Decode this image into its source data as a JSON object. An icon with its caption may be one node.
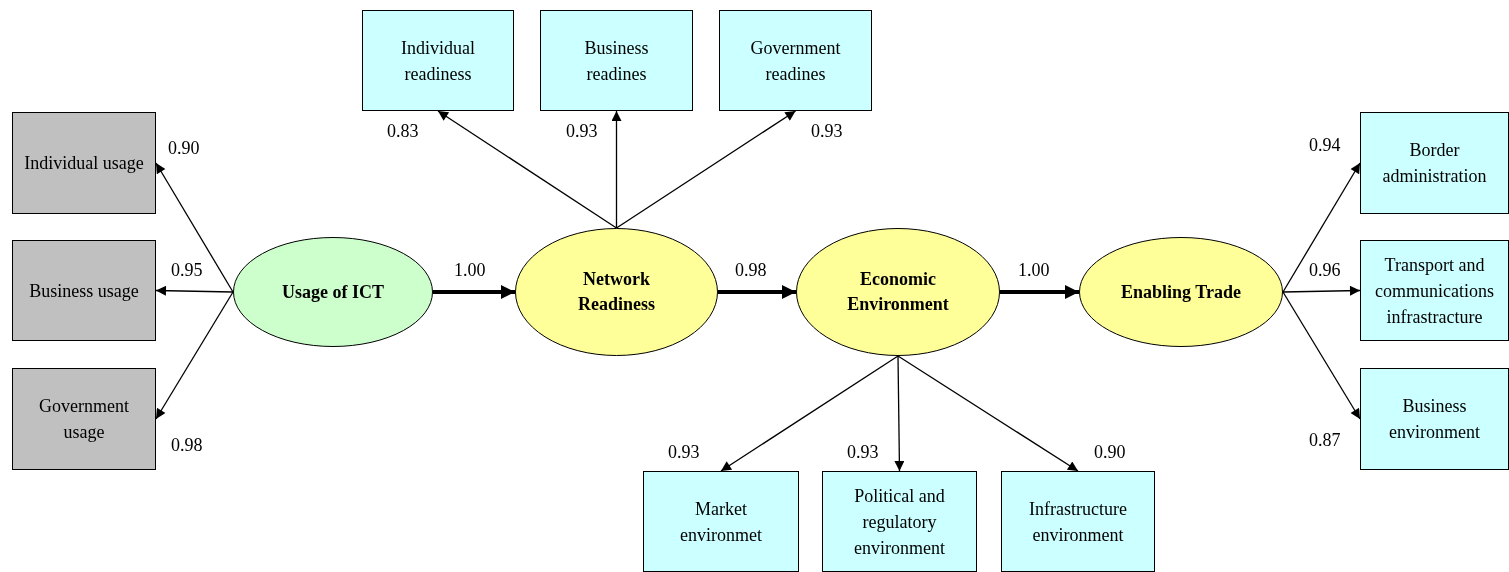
{
  "diagram": {
    "nodes": [
      {
        "text": [
          "Usage of ICT"
        ]
      },
      {
        "text": [
          "Network Readiness"
        ]
      },
      {
        "text": [
          "Economic Environment"
        ]
      },
      {
        "text": [
          "Enabling Trade"
        ]
      },
      {
        "text": [
          "Individual usage"
        ]
      },
      {
        "text": [
          "Business usage"
        ]
      },
      {
        "text": [
          "Government usage"
        ]
      },
      {
        "text": [
          "Individual readiness"
        ]
      },
      {
        "text": [
          "Business readines"
        ]
      },
      {
        "text": [
          "Government readines"
        ]
      },
      {
        "text": [
          "Market environmet"
        ]
      },
      {
        "text": [
          "Political and regulatory environment"
        ]
      },
      {
        "text": [
          "Infrastructure environment"
        ]
      },
      {
        "text": [
          "Border administration"
        ]
      },
      {
        "text": [
          "Transport and communications infrastracture"
        ]
      },
      {
        "text": [
          "Business environment"
        ]
      }
    ],
    "edges": [
      {
        "from": 0,
        "to": 4,
        "arrow": "to",
        "label": "0.90"
      },
      {
        "from": 0,
        "to": 5,
        "arrow": "to",
        "label": "0.95"
      },
      {
        "from": 0,
        "to": 6,
        "arrow": "to",
        "label": "0.98"
      },
      {
        "from": 0,
        "to": 1,
        "arrow": "to",
        "label": "1.00",
        "style": "thick"
      },
      {
        "from": 1,
        "to": 7,
        "arrow": "to",
        "label": "0.83"
      },
      {
        "from": 1,
        "to": 8,
        "arrow": "to",
        "label": "0.93"
      },
      {
        "from": 1,
        "to": 9,
        "arrow": "to",
        "label": "0.93"
      },
      {
        "from": 1,
        "to": 2,
        "arrow": "to",
        "label": "0.98",
        "style": "thick"
      },
      {
        "from": 2,
        "to": 10,
        "arrow": "to",
        "label": "0.93"
      },
      {
        "from": 2,
        "to": 11,
        "arrow": "to",
        "label": "0.93"
      },
      {
        "from": 2,
        "to": 12,
        "arrow": "to",
        "label": "0.90"
      },
      {
        "from": 2,
        "to": 3,
        "arrow": "to",
        "label": "1.00",
        "style": "thick"
      },
      {
        "from": 3,
        "to": 13,
        "arrow": "to",
        "label": "0.94"
      },
      {
        "from": 3,
        "to": 14,
        "arrow": "to",
        "label": "0.96"
      },
      {
        "from": 3,
        "to": 15,
        "arrow": "to",
        "label": "0.87"
      }
    ]
  }
}
